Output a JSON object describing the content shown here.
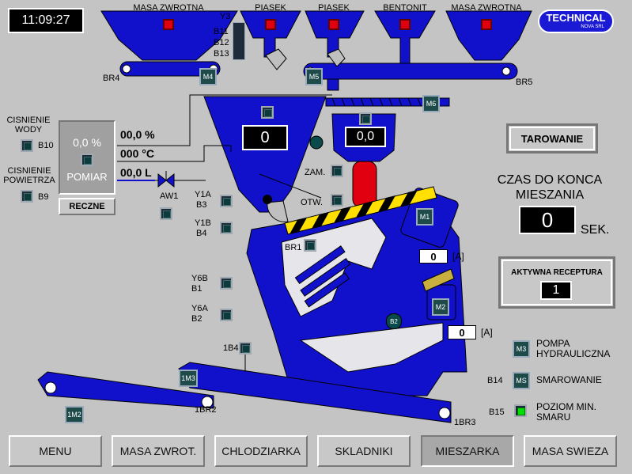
{
  "clock": "11:09:27",
  "logo": {
    "line1": "TECHNICAL",
    "line2": "NOVA SRL",
    "color": "#1a1ad4"
  },
  "hoppers": {
    "masa_zwrotna_left": "MASA ZWROTNA",
    "piasek1": "PIASEK",
    "piasek2": "PIASEK",
    "bentonit": "BENTONIT",
    "masa_zwrotna_right": "MASA ZWROTNA"
  },
  "labels": {
    "y3": "Y3",
    "b11": "B11",
    "b12": "B12",
    "b13": "B13",
    "br4": "BR4",
    "br5": "BR5",
    "m4": "M4",
    "m5": "M5",
    "m6": "M6",
    "cisnienie_wody": "CISNIENIE\nWODY",
    "b10": "B10",
    "cisnienie_powietrza": "CISNIENIE\nPOWIETRZA",
    "b9": "B9",
    "aw1": "AW1",
    "y1a": "Y1A",
    "b3": "B3",
    "y1b": "Y1B",
    "b4": "B4",
    "y6b": "Y6B",
    "b1": "B1",
    "y6a": "Y6A",
    "b2_left": "B2",
    "br1": "BR1",
    "b2_mixer": "B2",
    "ib4": "1B4",
    "im3": "1M3",
    "im2": "1M2",
    "ibr2": "1BR2",
    "ibr3": "1BR3",
    "zam": "ZAM.",
    "otw": "OTW.",
    "m1": "M1",
    "m2": "M2",
    "m3": "M3",
    "ms": "MS",
    "b14": "B14",
    "b15": "B15",
    "pompa": "POMPA\nHYDRAULICZNA",
    "smarowanie": "SMAROWANIE",
    "poziom": "POZIOM MIN.\nSMARU"
  },
  "measure": {
    "percent_display": "0,0 %",
    "button": "POMIAR",
    "reczne": "RECZNE",
    "humidity": "00,0 %",
    "temperature": "000 °C",
    "water": "00,0 L"
  },
  "scales": {
    "main": "0",
    "bentonit": "0,0"
  },
  "currents": {
    "m1": "0",
    "m2": "0",
    "unit": "[A]"
  },
  "tarowanie": "TAROWANIE",
  "czas": {
    "title": "CZAS DO KONCA\nMIESZANIA",
    "value": "0",
    "unit": "SEK."
  },
  "receptura": {
    "title": "AKTYWNA RECEPTURA",
    "value": "1"
  },
  "nav": [
    "MENU",
    "MASA ZWROT.",
    "CHLODZIARKA",
    "SKLADNIKI",
    "MIESZARKA",
    "MASA SWIEZA"
  ],
  "nav_active": "MIESZARKA",
  "colors": {
    "machine": "#1111cc",
    "background": "#c4c4c4",
    "red": "#e00010",
    "indicator_on": "#00e000"
  }
}
